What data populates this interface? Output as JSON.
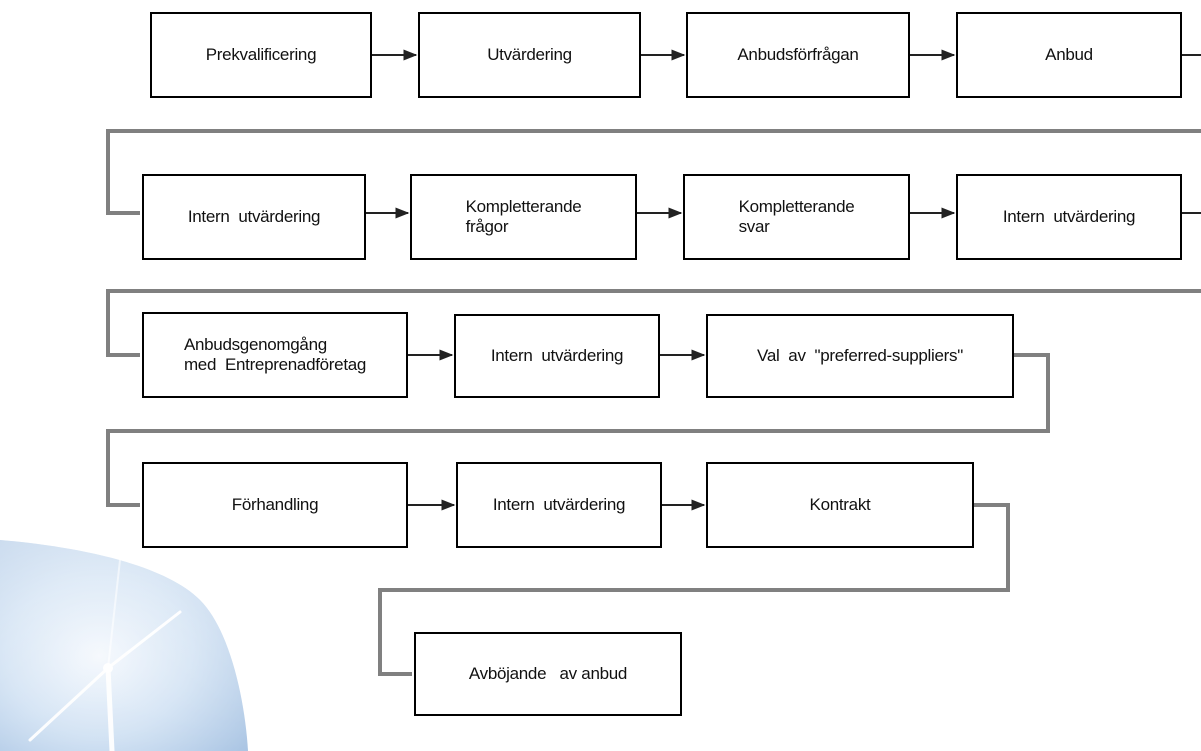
{
  "process": {
    "steps": [
      {
        "id": "s1",
        "label": "Prekvalificering"
      },
      {
        "id": "s2",
        "label": "Utvärdering"
      },
      {
        "id": "s3",
        "label": "Anbudsförfrågan"
      },
      {
        "id": "s4",
        "label": "Anbud"
      },
      {
        "id": "s5",
        "label": "Intern  utvärdering"
      },
      {
        "id": "s6",
        "label": "Kompletterande\nfrågor"
      },
      {
        "id": "s7",
        "label": "Kompletterande\nsvar"
      },
      {
        "id": "s8",
        "label": "Intern  utvärdering"
      },
      {
        "id": "s9",
        "label": "Anbudsgenomgång\nmed  Entreprenadföretag"
      },
      {
        "id": "s10",
        "label": "Intern  utvärdering"
      },
      {
        "id": "s11",
        "label": "Val  av  \"preferred-suppliers\""
      },
      {
        "id": "s12",
        "label": "Förhandling"
      },
      {
        "id": "s13",
        "label": "Intern  utvärdering"
      },
      {
        "id": "s14",
        "label": "Kontrakt"
      },
      {
        "id": "s15",
        "label": "Avböjande   av anbud"
      }
    ]
  },
  "colors": {
    "box_border": "#000000",
    "arrow": "#222222",
    "connector": "#808080",
    "sky_light": "#eaf2fb",
    "sky_mid": "#b9d1ea"
  },
  "decor": {
    "background_icon": "wind-turbine-icon"
  }
}
